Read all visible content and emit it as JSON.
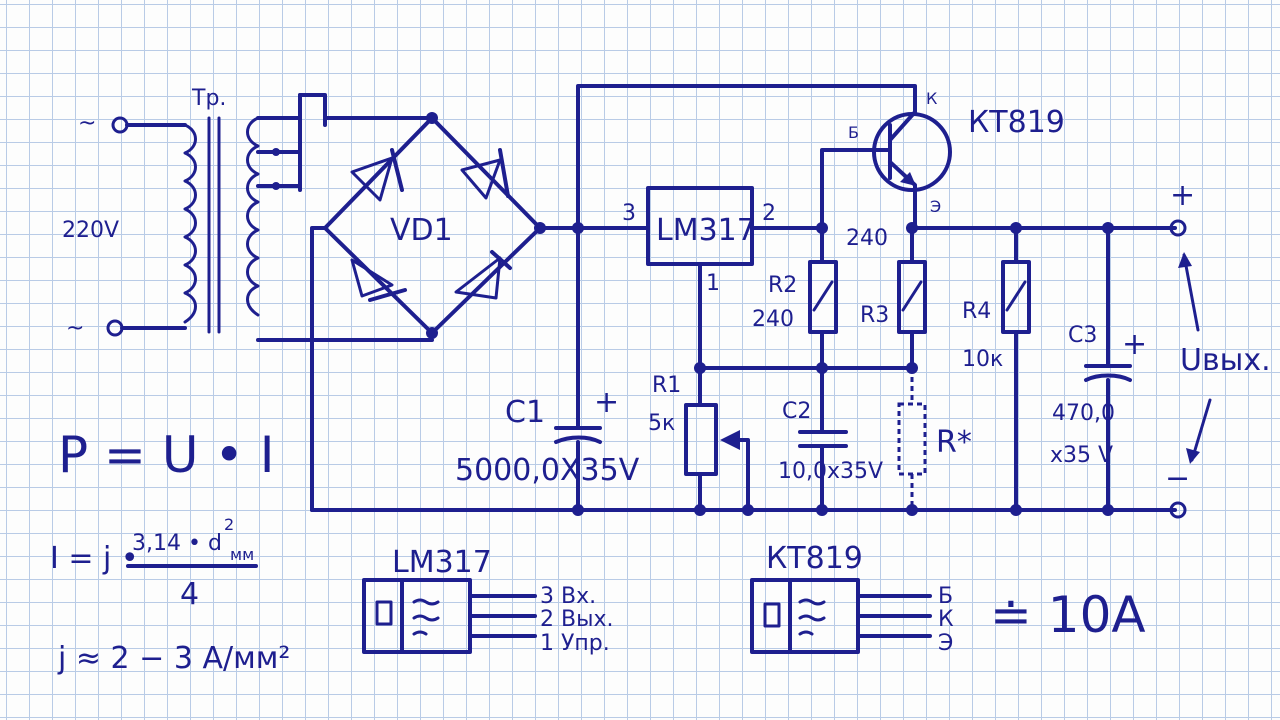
{
  "colors": {
    "ink": "#1e1f8f",
    "grid": "#b9cbe6",
    "paper": "#fdfdfd"
  },
  "labels": {
    "transformer": "Тр.",
    "input_voltage": "220V",
    "bridge": "VD1",
    "regulator": "LM317",
    "pin3": "3",
    "pin2": "2",
    "pin1": "1",
    "transistor": "КТ819",
    "base": "Б",
    "collector": "К",
    "emitter": "Э",
    "r1": "R1",
    "r1_value": "5к",
    "r2": "R2",
    "r2_value": "240",
    "r3": "R3",
    "r3_value": "240",
    "rstar": "R*",
    "r4": "R4",
    "r4_value": "10к",
    "c1": "C1",
    "c1_value": "5000,0X35V",
    "c2": "C2",
    "c2_value": "10,0x35V",
    "c3": "C3",
    "c3_value_1": "470,0",
    "c3_value_2": "x35 V",
    "plus": "+",
    "minus": "−",
    "output": "Uвых.",
    "tilde": "~"
  },
  "formulas": {
    "power": "P = U • I",
    "current_lhs": "I = j •",
    "current_num": "3,14 • d",
    "current_sub": "мм",
    "current_exp": "2",
    "current_den": "4",
    "density": "j ≈ 2 − 3 A/мм²"
  },
  "packages": {
    "lm317": {
      "title": "LM317",
      "pins": [
        "3 Вх.",
        "2 Вых.",
        "1 Упр."
      ]
    },
    "kt819": {
      "title": "КТ819",
      "pins": [
        "Б",
        "К",
        "Э"
      ],
      "current": "≐ 10A"
    }
  }
}
